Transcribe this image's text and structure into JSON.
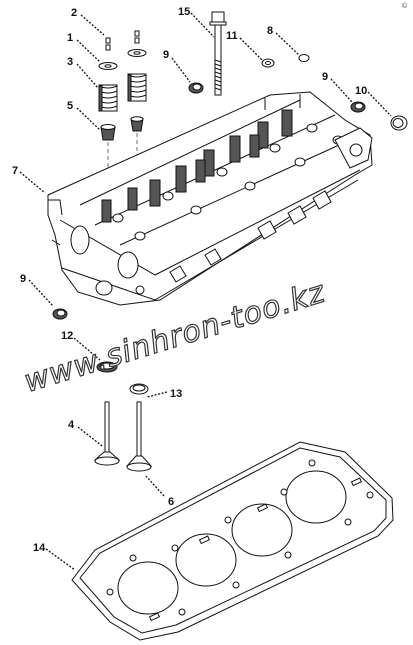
{
  "corner_mark": "©",
  "callouts": [
    {
      "id": "2",
      "name": "callout-2"
    },
    {
      "id": "1",
      "name": "callout-1"
    },
    {
      "id": "3",
      "name": "callout-3"
    },
    {
      "id": "5",
      "name": "callout-5"
    },
    {
      "id": "15",
      "name": "callout-15"
    },
    {
      "id": "11",
      "name": "callout-11"
    },
    {
      "id": "8",
      "name": "callout-8"
    },
    {
      "id": "9",
      "name": "callout-9-top"
    },
    {
      "id": "9",
      "name": "callout-9-right"
    },
    {
      "id": "10",
      "name": "callout-10"
    },
    {
      "id": "7",
      "name": "callout-7"
    },
    {
      "id": "9",
      "name": "callout-9-left"
    },
    {
      "id": "12",
      "name": "callout-12"
    },
    {
      "id": "4",
      "name": "callout-4"
    },
    {
      "id": "13",
      "name": "callout-13"
    },
    {
      "id": "6",
      "name": "callout-6"
    },
    {
      "id": "14",
      "name": "callout-14"
    }
  ],
  "watermark": "www.sinhron-too.kz"
}
